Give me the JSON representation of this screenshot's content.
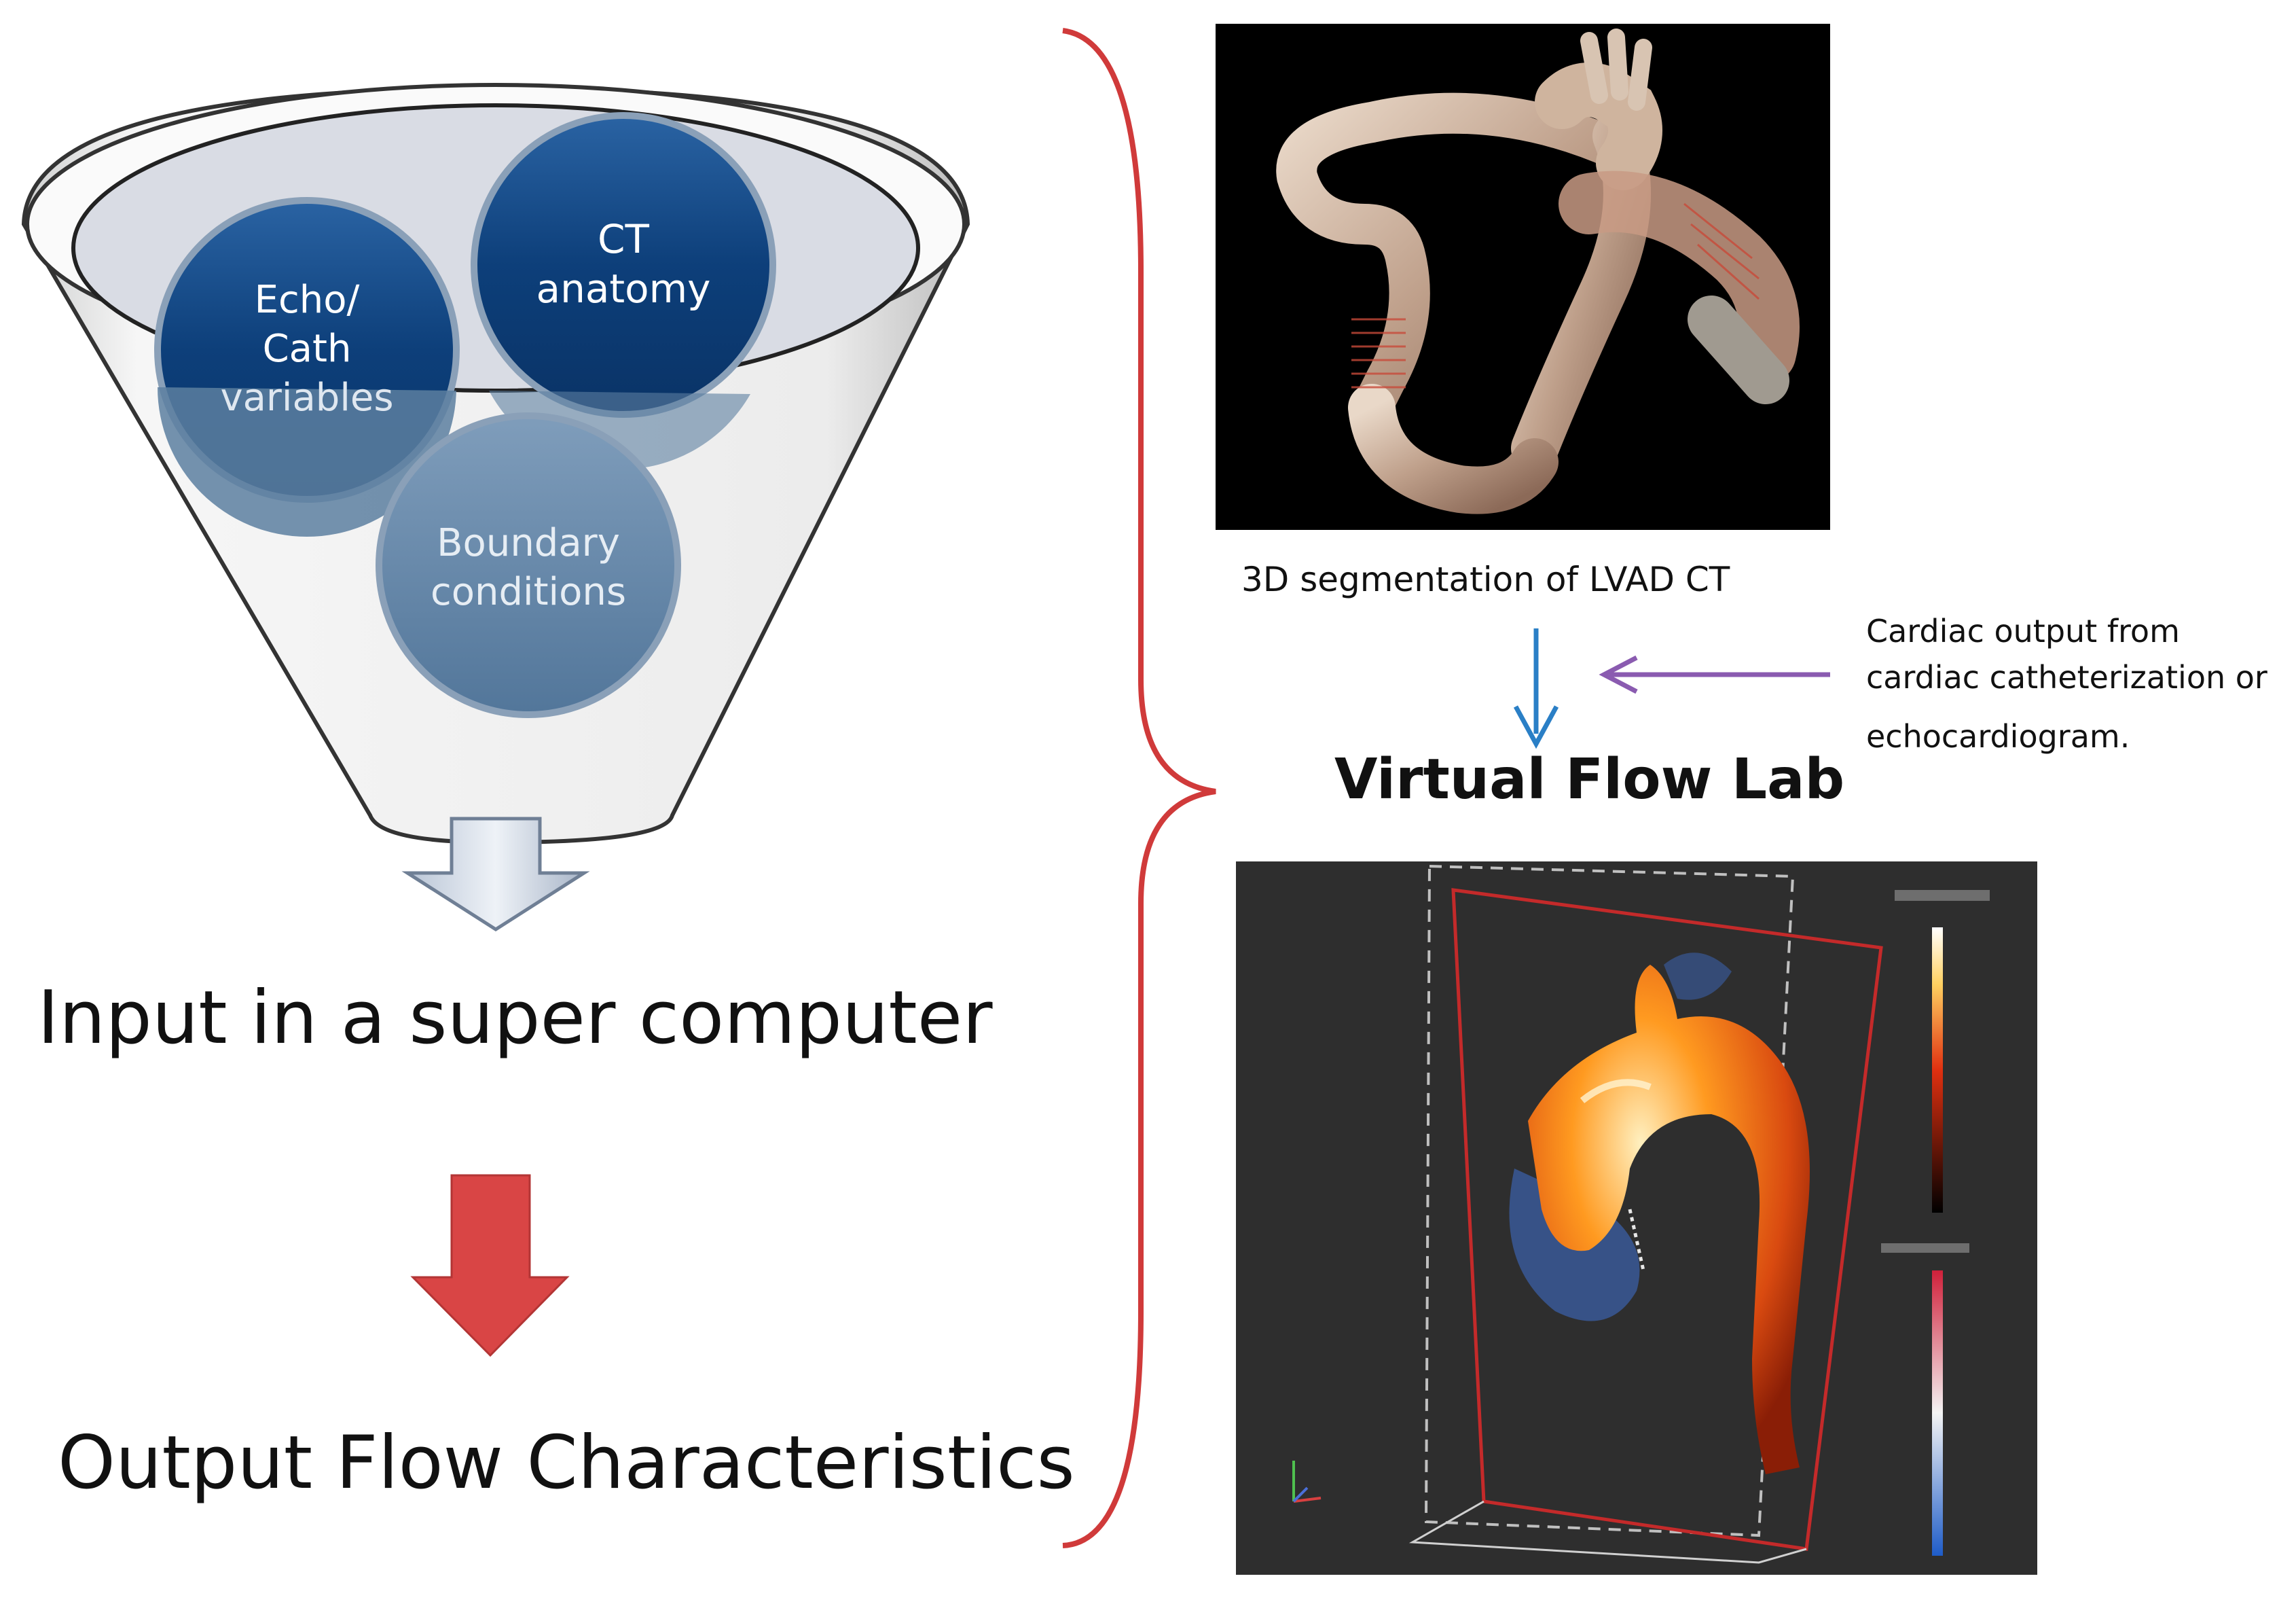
{
  "funnel": {
    "circles": {
      "echo": [
        "Echo/",
        "Cath",
        "variables"
      ],
      "ct": [
        "CT",
        "anatomy"
      ],
      "boundary": [
        "Boundary",
        "conditions"
      ]
    }
  },
  "steps": {
    "input": "Input in a super computer",
    "output": "Output Flow Characteristics"
  },
  "right": {
    "ct_caption": "3D segmentation of LVAD CT",
    "lab_title": "Virtual Flow Lab",
    "cardiac_note": [
      "Cardiac output from",
      "cardiac catheterization or",
      "echocardiogram."
    ]
  },
  "colors": {
    "dark_circle": "#0d3f7a",
    "light_circle": "#5c7fa0",
    "brace": "#d03a3a",
    "down_arrow_red": "#d94545",
    "blue_arrow": "#2a7fc6",
    "purple_arrow": "#8a5bb0"
  }
}
